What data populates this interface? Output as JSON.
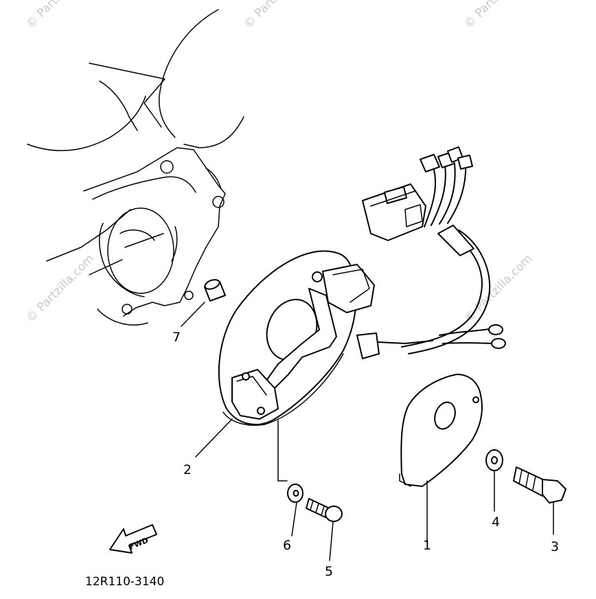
{
  "diagram": {
    "drawing_code": "12R110-3140",
    "forward_label": "FWD",
    "watermark_text": "© Partzilla.com",
    "callouts": [
      {
        "id": "1",
        "label": "1"
      },
      {
        "id": "2",
        "label": "2"
      },
      {
        "id": "3",
        "label": "3"
      },
      {
        "id": "4",
        "label": "4"
      },
      {
        "id": "5",
        "label": "5"
      },
      {
        "id": "6",
        "label": "6"
      },
      {
        "id": "7",
        "label": "7"
      }
    ]
  }
}
